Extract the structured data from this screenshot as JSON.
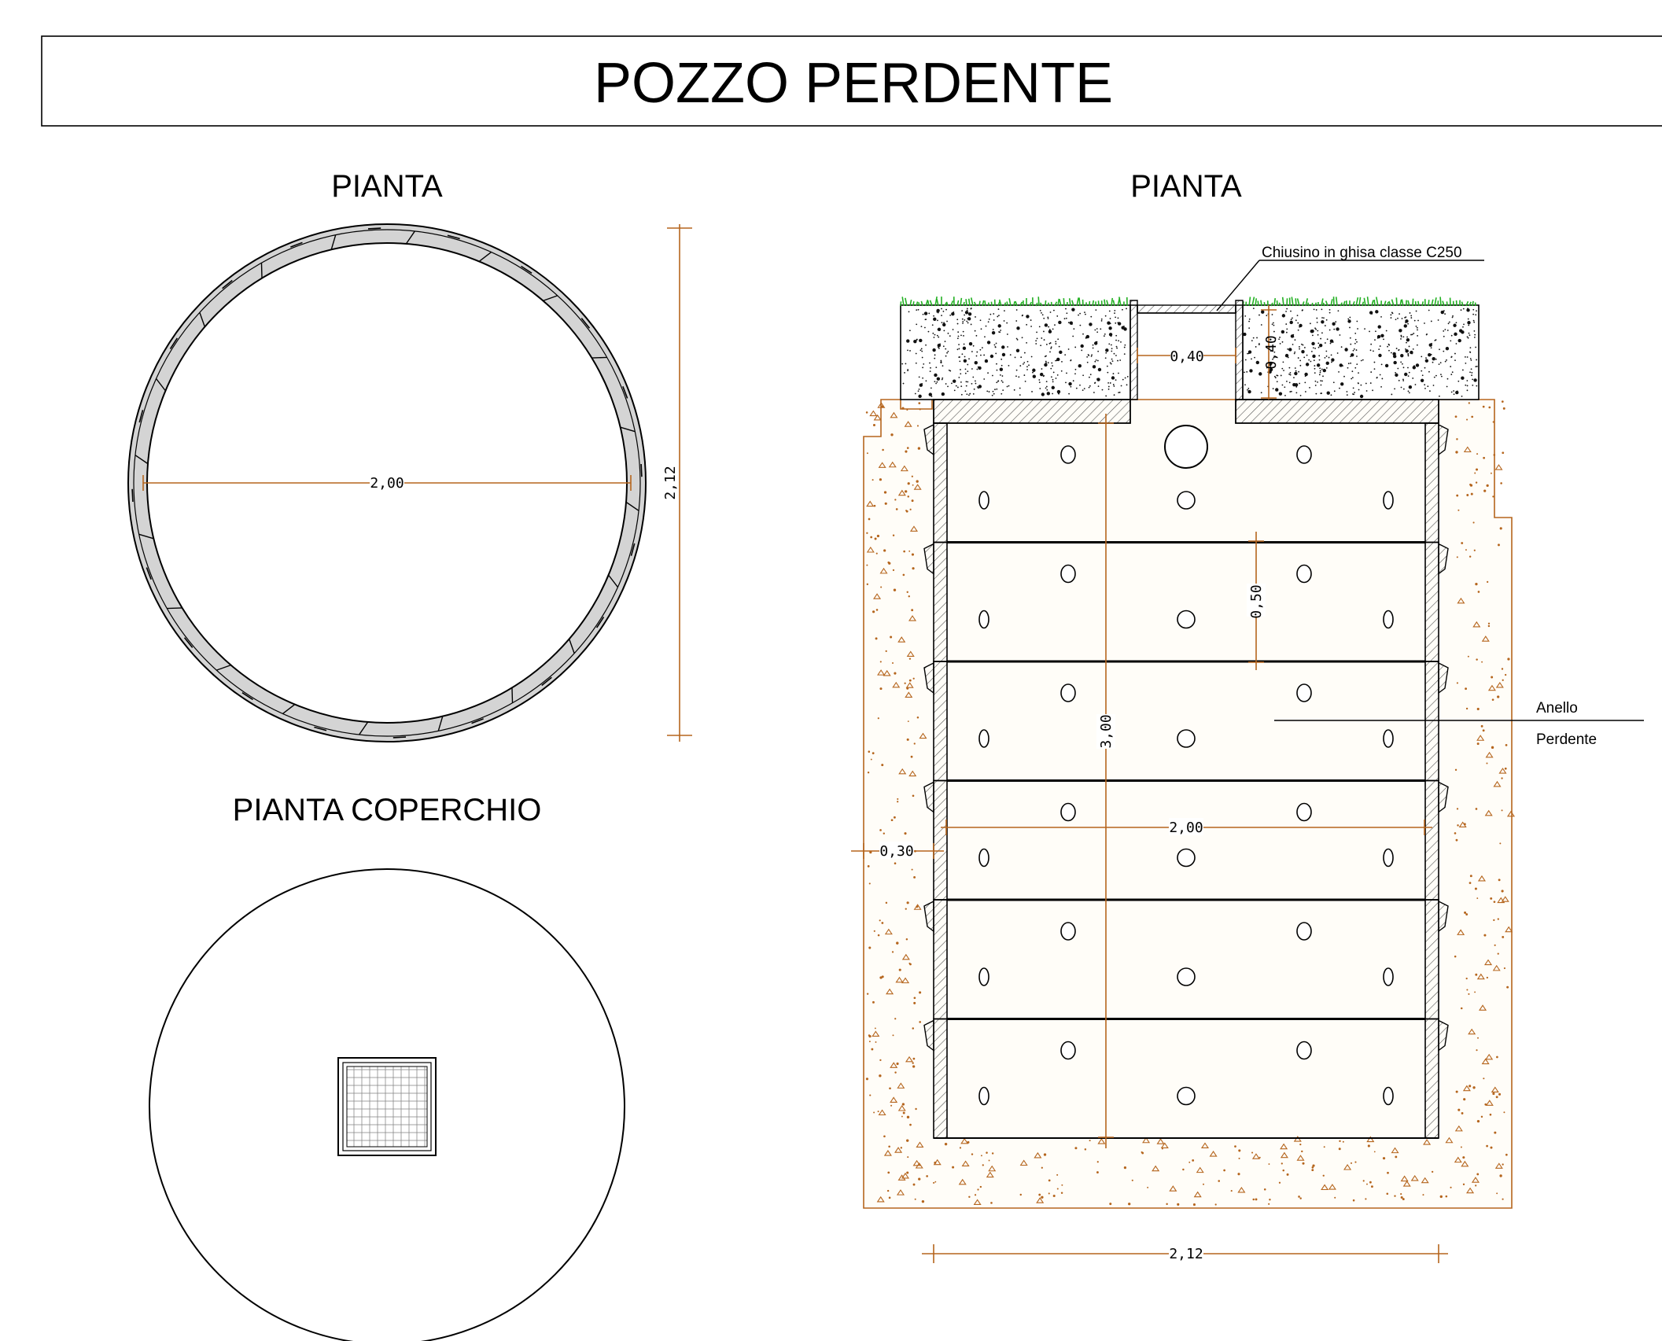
{
  "title": "POZZO PERDENTE",
  "views": {
    "plan_title": "PIANTA",
    "section_title": "PIANTA",
    "lid_title": "PIANTA COPERCHIO"
  },
  "plan": {
    "inner_diameter": "2,00",
    "outer_diameter": "2,12"
  },
  "section": {
    "lid_label": "Chiusino in ghisa classe C250",
    "opening_width": "0,40",
    "soil_depth": "0,40",
    "ring_height": "0,50",
    "total_height": "3,00",
    "inner_width": "2,00",
    "gravel_thickness": "0,30",
    "outer_width": "2,12",
    "ring_label_1": "Anello",
    "ring_label_2": "Perdente",
    "ring_count": 6
  },
  "colors": {
    "line": "#000000",
    "dimension": "#b5651d",
    "wall_fill": "#d4d4d4",
    "grass": "#22b022",
    "gravel_speckle": "#b5651d"
  }
}
